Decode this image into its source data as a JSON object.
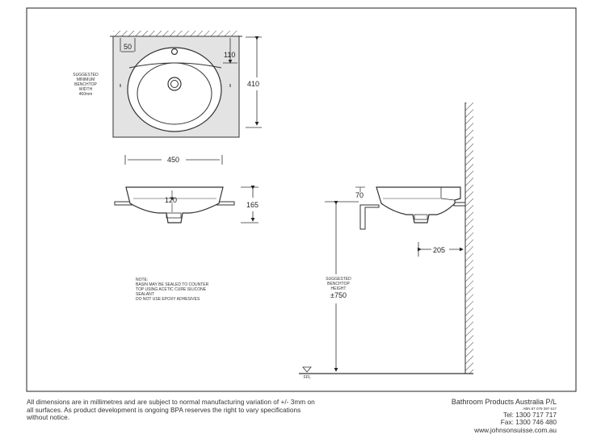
{
  "dimensions": {
    "d50": "50",
    "d110": "110",
    "d410": "410",
    "d450": "450",
    "d120": "120",
    "d165": "165",
    "d70": "70",
    "d205": "205",
    "d750": "±750"
  },
  "labels": {
    "benchtop_width": [
      "SUGGESTED",
      "MINIMUM",
      "BENCHTOP",
      "WIDTH",
      "460mm"
    ],
    "note": [
      "NOTE:",
      "BASIN MAY BE SEALED TO COUNTER",
      "TOP USING ACETIC CURE SILICONE",
      "SEALANT",
      "DO NOT USE EPOXY ADHESIVES"
    ],
    "benchtop_height": [
      "SUGGESTED",
      "BENCHTOP",
      "HEIGHT"
    ],
    "ffl": "FFL"
  },
  "footer": {
    "disclaimer": "All dimensions are in millimetres and are subject to normal manufacturing variation of +/- 3mm on all surfaces. As product development is ongoing BPA reserves the right to vary specifications without notice.",
    "company": "Bathroom Products Australia P/L",
    "abn": "ABN 87 079 297 617",
    "tel": "Tel:  1300 717 717",
    "fax": "Fax: 1300 746 480",
    "web": "www.johnsonsuisse.com.au"
  }
}
